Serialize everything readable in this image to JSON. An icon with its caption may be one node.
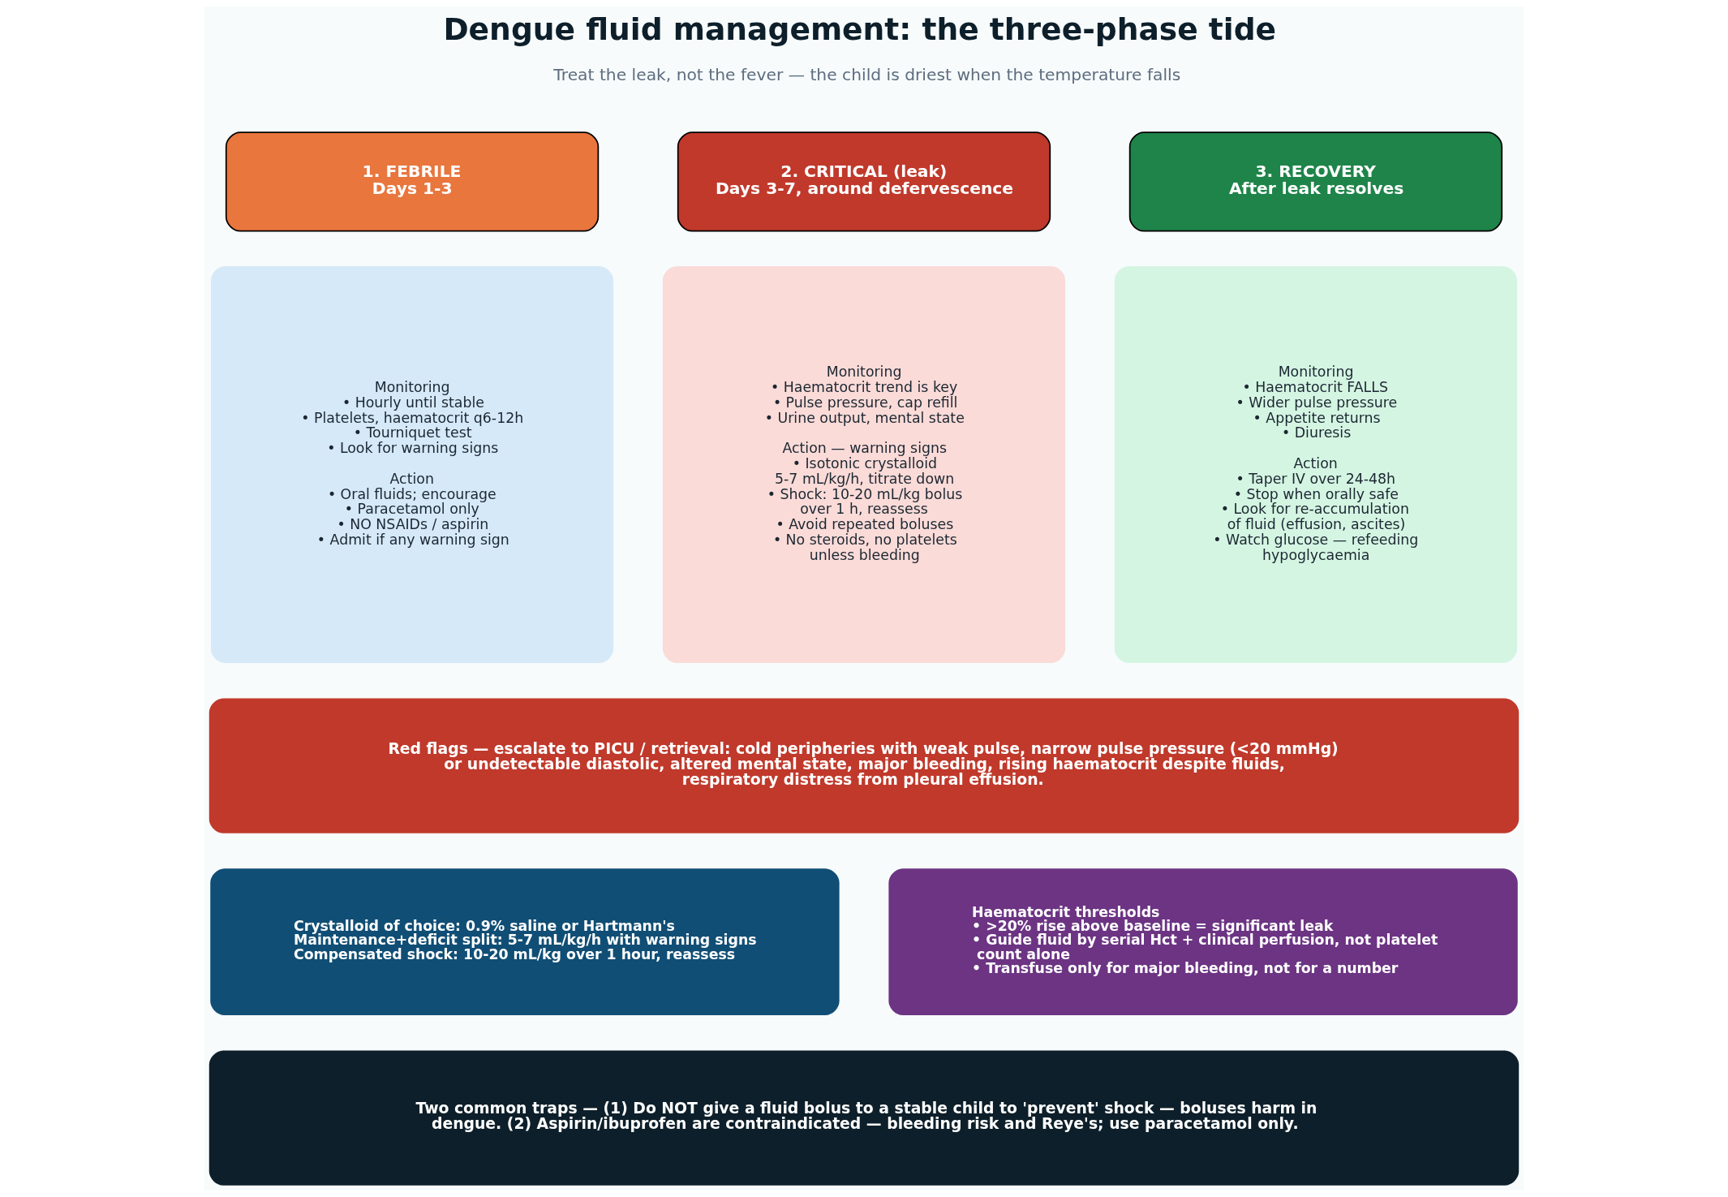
{
  "diagram": {
    "title": "Dengue fluid management: the three-phase tide",
    "nodes": [
      {
        "text": [
          "1. FEBRILE",
          "Days 1-3"
        ]
      },
      {
        "text": [
          "2. CRITICAL (leak)",
          "Days 3-7, around defervescence"
        ]
      },
      {
        "text": [
          "3. RECOVERY",
          "After leak resolves"
        ]
      },
      {
        "text": [
          "Monitoring",
          "• Hourly until stable",
          "• Platelets, haematocrit q6-12h",
          "• Tourniquet test",
          "• Look for warning signs",
          "Action",
          "• Oral fluids; encourage",
          "• Paracetamol only",
          "• NO NSAIDs / aspirin",
          "• Admit if any warning sign"
        ]
      },
      {
        "text": [
          "Monitoring",
          "• Haematocrit trend is key",
          "• Pulse pressure, cap refill",
          "• Urine output, mental state",
          "Action — warning signs",
          "• Isotonic crystalloid 5-7 mL/kg/h, titrate down",
          "• Shock: 10-20 mL/kg bolus over 1 h, reassess",
          "• Avoid repeated boluses",
          "• No steroids, no platelets unless bleeding"
        ]
      },
      {
        "text": [
          "Monitoring",
          "• Haematocrit FALLS",
          "• Wider pulse pressure",
          "• Appetite returns",
          "• Diuresis",
          "Action",
          "• Taper IV over 24-48h",
          "• Stop when orally safe",
          "• Look for re-accumulation of fluid (effusion, ascites)",
          "• Watch glucose — refeeding hypoglycaemia"
        ]
      },
      {
        "text": [
          "Red flags — escalate to PICU / retrieval: cold peripheries with weak pulse, narrow pulse pressure (<20 mmHg) or undetectable diastolic, altered mental state, major bleeding, rising haematocrit despite fluids, respiratory distress from pleural effusion."
        ]
      },
      {
        "text": [
          "Crystalloid of choice: 0.9% saline or Hartmann's",
          "Maintenance+deficit split: 5-7 mL/kg/h with warning signs",
          "Compensated shock: 10-20 mL/kg over 1 hour, reassess"
        ]
      },
      {
        "text": [
          "Haematocrit thresholds",
          "• >20% rise above baseline = significant leak",
          "• Guide fluid by serial Hct + clinical perfusion, not platelet count alone",
          "• Transfuse only for major bleeding, not for a number"
        ]
      },
      {
        "text": [
          "Two common traps — (1) Do NOT give a fluid bolus to a stable child to 'prevent' shock — boluses harm in dengue. (2) Aspirin/ibuprofen are contraindicated — bleeding risk and Reye's; use paracetamol only."
        ]
      }
    ],
    "labels": [
      "Treat the leak, not the fever — the child is driest when the temperature falls"
    ]
  }
}
